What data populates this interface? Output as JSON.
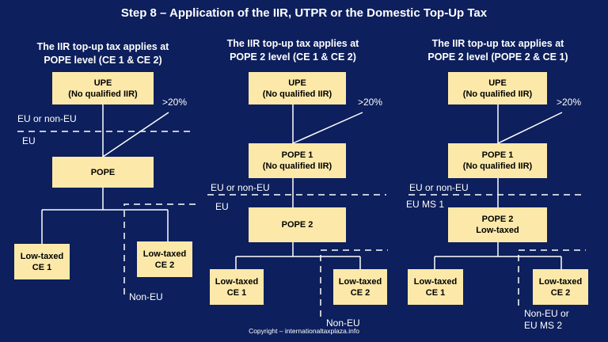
{
  "title": "Step 8 – Application of the IIR, UTPR or the Domestic Top-Up Tax",
  "copyright": "Copyright – internationaltaxplaza.info",
  "colors": {
    "background": "#0d1f5c",
    "box": "#fce9a9",
    "text": "#ffffff",
    "line": "#ffffff"
  },
  "panels": [
    {
      "heading_line1": "The IIR top-up tax applies at",
      "heading_line2": "POPE level (CE 1 & CE 2)",
      "upe_line1": "UPE",
      "upe_line2": "(No qualified IIR)",
      "ownership": ">20%",
      "above_line": "EU or non-EU",
      "below_line": "EU",
      "pope_line1": "POPE",
      "ce1_line1": "Low-taxed",
      "ce1_line2": "CE 1",
      "ce2_line1": "Low-taxed",
      "ce2_line2": "CE 2",
      "ce2_location": "Non-EU"
    },
    {
      "heading_line1": "The IIR top-up tax applies at",
      "heading_line2": "POPE 2 level (CE 1 & CE 2)",
      "upe_line1": "UPE",
      "upe_line2": "(No qualified IIR)",
      "ownership": ">20%",
      "pope1_line1": "POPE 1",
      "pope1_line2": "(No qualified IIR)",
      "above_line": "EU or non-EU",
      "below_line": "EU",
      "pope2_line1": "POPE 2",
      "ce1_line1": "Low-taxed",
      "ce1_line2": "CE 1",
      "ce2_line1": "Low-taxed",
      "ce2_line2": "CE 2",
      "ce2_location": "Non-EU"
    },
    {
      "heading_line1": "The IIR top-up tax applies at",
      "heading_line2": "POPE 2 level (POPE 2 & CE  1)",
      "upe_line1": "UPE",
      "upe_line2": "(No qualified IIR)",
      "ownership": ">20%",
      "pope1_line1": "POPE 1",
      "pope1_line2": "(No qualified IIR)",
      "above_line": "EU or non-EU",
      "below_line": "EU MS 1",
      "pope2_line1": "POPE 2",
      "pope2_line2": "Low-taxed",
      "ce1_line1": "Low-taxed",
      "ce1_line2": "CE 1",
      "ce2_line1": "Low-taxed",
      "ce2_line2": "CE 2",
      "ce2_location_line1": "Non-EU or",
      "ce2_location_line2": "EU MS 2"
    }
  ]
}
